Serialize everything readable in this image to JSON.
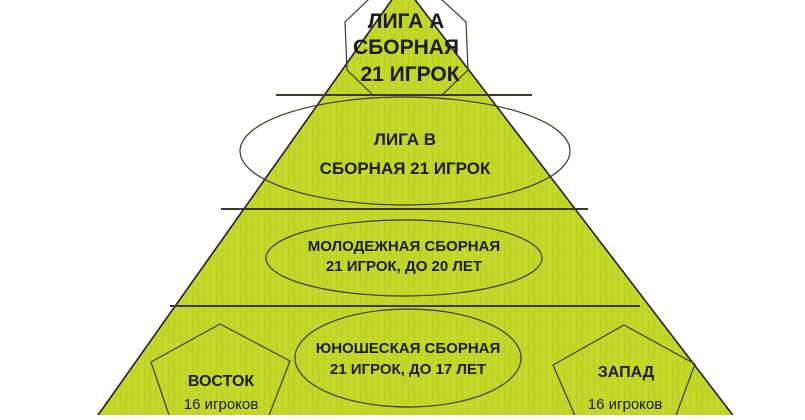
{
  "diagram": {
    "type": "pyramid",
    "colors": {
      "fill": "#c2d626",
      "fill_dark": "#b3c81e",
      "edge": "#1e1e1e",
      "text": "#1c1c1c",
      "background": "#ffffff"
    },
    "tiers": [
      {
        "shape": "octagon",
        "lines": [
          "ЛИГА А",
          "СБОРНАЯ",
          "21 ИГРОК"
        ]
      },
      {
        "shape": "ellipse",
        "lines": [
          "ЛИГА В",
          "СБОРНАЯ 21 ИГРОК"
        ]
      },
      {
        "shape": "ellipse",
        "lines": [
          "МОЛОДЕЖНАЯ СБОРНАЯ",
          "21 ИГРОК, ДО 20 ЛЕТ"
        ]
      },
      {
        "shape": "ellipse",
        "lines": [
          "ЮНОШЕСКАЯ СБОРНАЯ",
          "21 ИГРОК, ДО 17 ЛЕТ"
        ]
      }
    ],
    "regions": [
      {
        "shape": "pentagon",
        "title": "ВОСТОК",
        "subtitle": "16 игроков"
      },
      {
        "shape": "pentagon",
        "title": "ЗАПАД",
        "subtitle": "16 игроков"
      }
    ]
  }
}
